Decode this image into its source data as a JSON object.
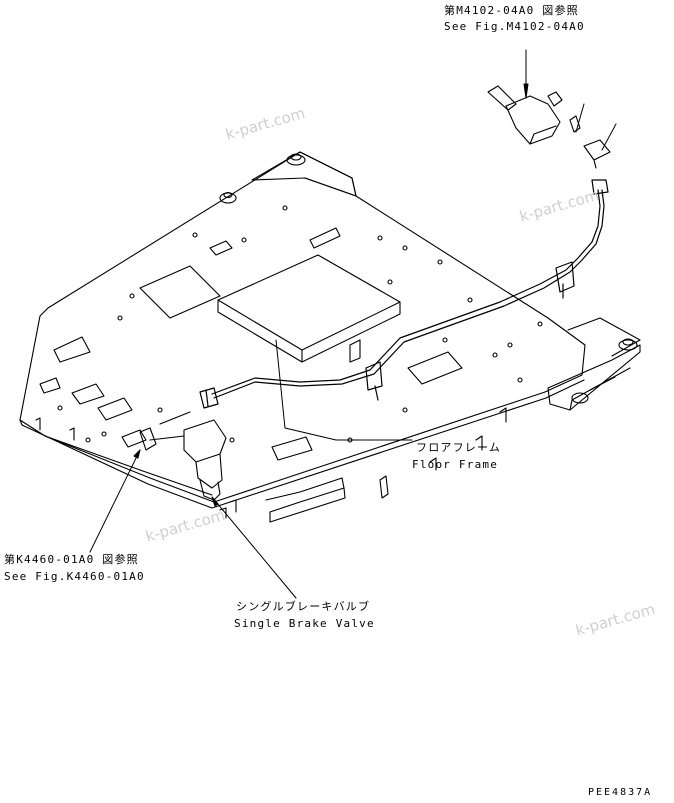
{
  "callouts": {
    "top_ref_jp": "第M4102-04A0 図参照",
    "top_ref_en": "See Fig.M4102-04A0",
    "left_ref_jp": "第K4460-01A0 図参照",
    "left_ref_en": "See Fig.K4460-01A0",
    "floor_frame_jp": "フロアフレーム",
    "floor_frame_en": "Floor Frame",
    "brake_valve_jp": "シングルブレーキバルブ",
    "brake_valve_en": "Single Brake Valve"
  },
  "watermark": "k-part.com",
  "drawing_code": "PEE4837A"
}
